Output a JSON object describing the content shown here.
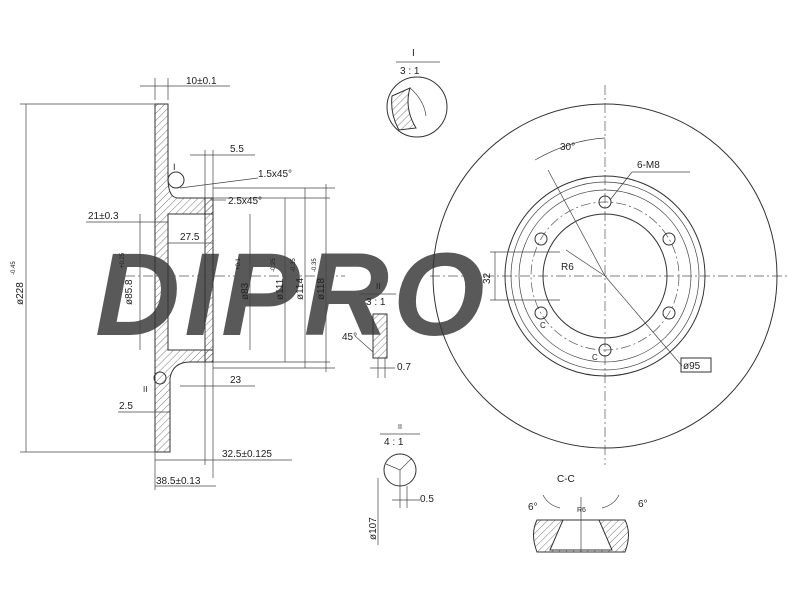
{
  "watermark": {
    "text": "DIPRO"
  },
  "side_view": {
    "dimensions": {
      "thickness_flange": "10±0.1",
      "hub_step": "5.5",
      "chamfer_1": "1.5x45°",
      "chamfer_2": "2.5x45°",
      "offset_21": "21±0.3",
      "offset_27_5": "27.5",
      "dia_85_8": "ø85.8",
      "dia_85_8_tol": "+0.25",
      "dia_83": "ø83",
      "dia_83_tol": "+0.1",
      "dia_111": "ø111",
      "dia_111_tol": "-0.25",
      "dia_114": "ø114",
      "dia_114_tol": "-0.35",
      "dia_118": "ø118",
      "dia_118_tol": "-0.35",
      "dia_228": "ø228",
      "dia_228_tol": "-0.45",
      "width_23": "23",
      "offset_2_5": "2.5",
      "height_32_5": "32.5±0.125",
      "height_38_5": "38.5±0.13"
    },
    "detail_markers": {
      "detail_1": "I",
      "detail_2": "II"
    }
  },
  "detail_i": {
    "label": "I",
    "scale": "3 : 1"
  },
  "detail_ii": {
    "label": "II",
    "scale": "3 : 1",
    "angle": "45°",
    "depth": "0.7"
  },
  "detail_iii": {
    "label": "II",
    "scale": "4 : 1",
    "depth": "0.5",
    "diameter": "ø107"
  },
  "front_view": {
    "angle": "30°",
    "thread": "6-M8",
    "radius": "R6",
    "width_32": "32",
    "circle": "ø95",
    "section_marker": "C"
  },
  "section_cc": {
    "label": "C-C",
    "angle_left": "6°",
    "angle_right": "6°",
    "radius": "R6"
  }
}
